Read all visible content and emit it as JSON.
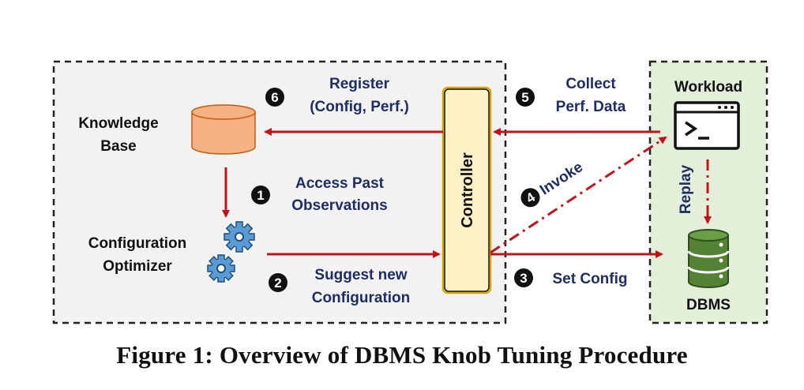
{
  "caption": "Figure 1: Overview of DBMS Knob Tuning Procedure",
  "nodes": {
    "knowledge_base_line1": "Knowledge",
    "knowledge_base_line2": "Base",
    "optimizer_line1": "Configuration",
    "optimizer_line2": "Optimizer",
    "controller": "Controller",
    "workload": "Workload",
    "dbms": "DBMS"
  },
  "steps": [
    {
      "number": "1",
      "line1": "Access Past",
      "line2": "Observations"
    },
    {
      "number": "2",
      "line1": "Suggest new",
      "line2": "Configuration"
    },
    {
      "number": "3",
      "line1": "Set Config"
    },
    {
      "number": "4",
      "line1": "Invoke"
    },
    {
      "number": "5",
      "line1": "Collect",
      "line2": "Perf. Data"
    },
    {
      "number": "6",
      "line1": "Register",
      "line2": "(Config, Perf.)"
    }
  ],
  "replay_label": "Replay",
  "colors": {
    "arrow": "#c0141b",
    "label_navy": "#1f2d63",
    "left_panel_bg": "#f2f2f2",
    "right_panel_bg": "#e3efd9",
    "controller_fill": "#fff1c6",
    "controller_stroke": "#d9a600",
    "knowledge_base_fill": "#f4b183",
    "gear_fill": "#5b9bd5",
    "dbms_fill": "#548235"
  }
}
